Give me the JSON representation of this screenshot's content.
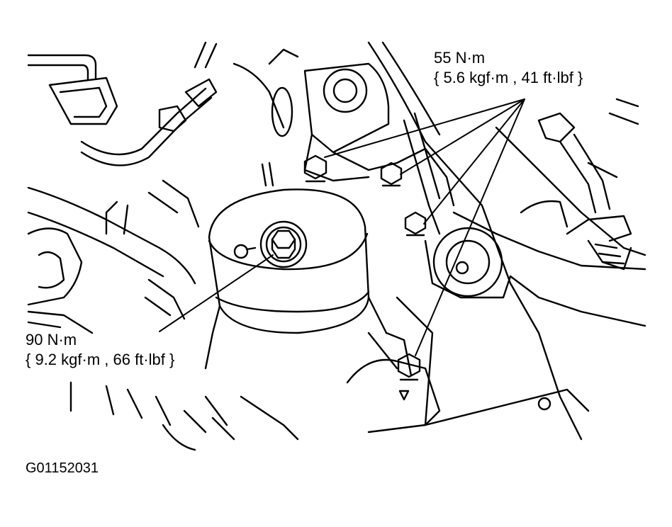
{
  "callouts": {
    "upper": {
      "torque": "55 N·m",
      "conversion": "{ 5.6 kgf·m , 41 ft·lbf }"
    },
    "lower": {
      "torque": "90 N·m",
      "conversion": "{ 9.2 kgf·m , 66 ft·lbf }"
    }
  },
  "figure_id": "G01152031",
  "colors": {
    "ink": "#000000",
    "background": "#ffffff"
  }
}
